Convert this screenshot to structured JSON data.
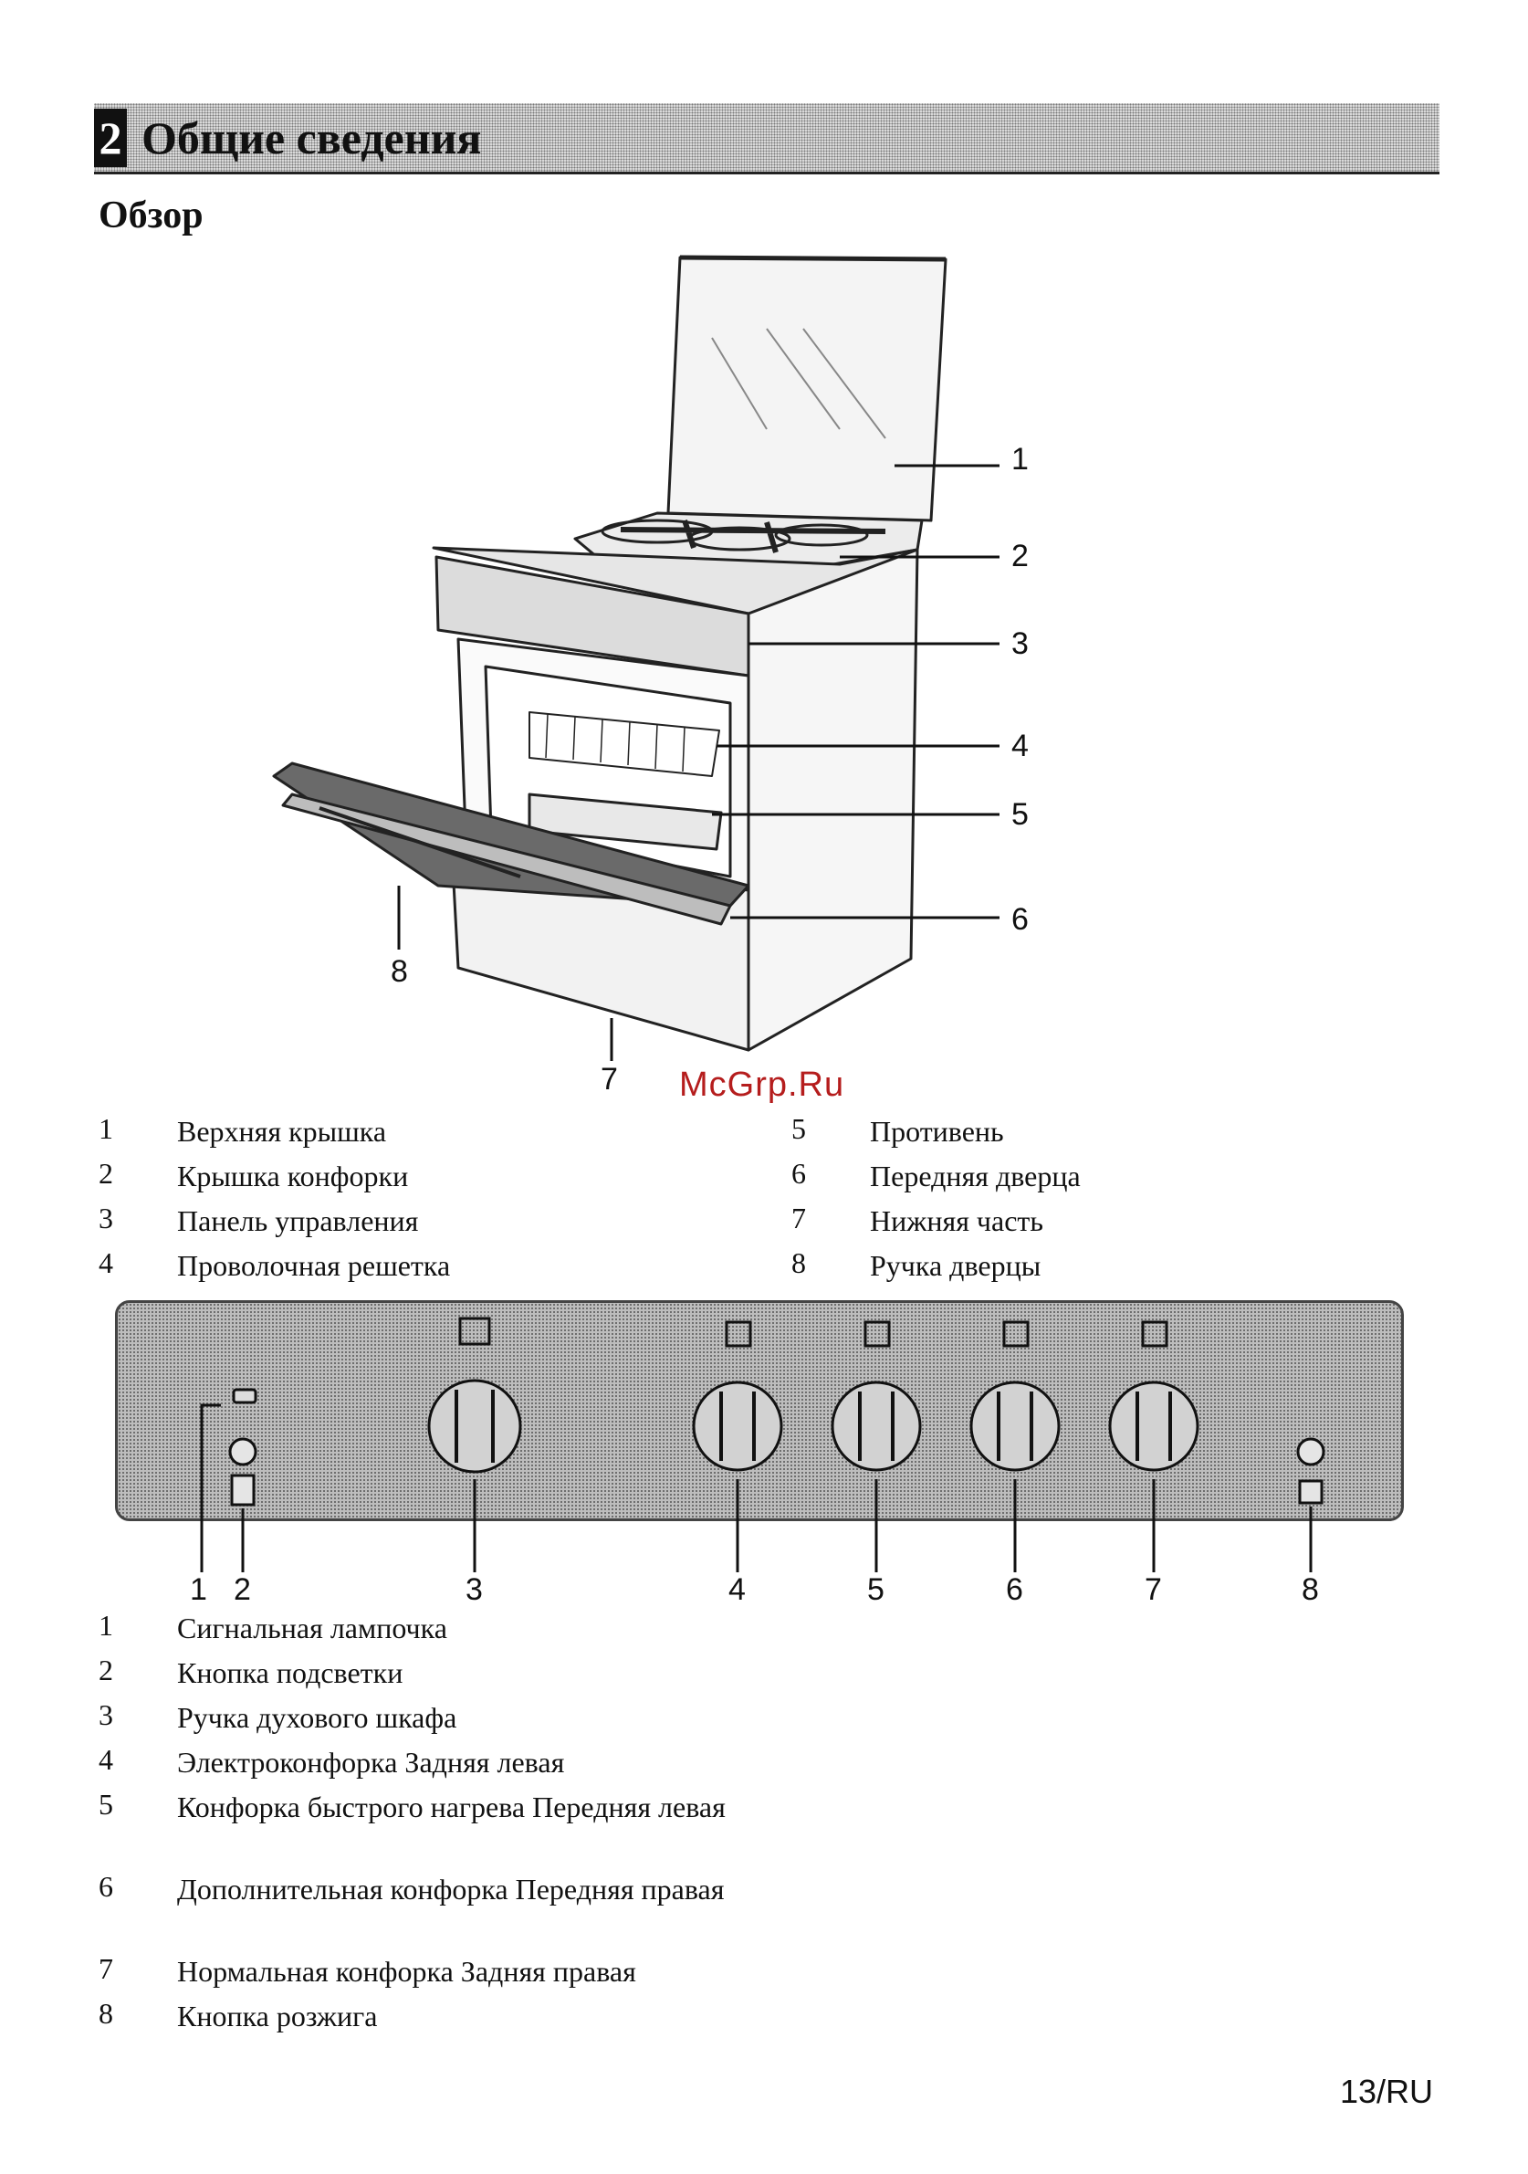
{
  "section": {
    "number": "2",
    "title": "Общие сведения"
  },
  "subheading": "Обзор",
  "figure1": {
    "callouts": [
      "1",
      "2",
      "3",
      "4",
      "5",
      "6",
      "7",
      "8"
    ]
  },
  "watermark": "McGrp.Ru",
  "legend1": [
    {
      "num": "1",
      "label": "Верхняя крышка"
    },
    {
      "num": "2",
      "label": "Крышка конфорки"
    },
    {
      "num": "3",
      "label": "Панель управления"
    },
    {
      "num": "4",
      "label": "Проволочная решетка"
    },
    {
      "num": "5",
      "label": "Противень"
    },
    {
      "num": "6",
      "label": "Передняя дверца"
    },
    {
      "num": "7",
      "label": "Нижняя часть"
    },
    {
      "num": "8",
      "label": "Ручка дверцы"
    }
  ],
  "figure2": {
    "callouts": [
      "1",
      "2",
      "3",
      "4",
      "5",
      "6",
      "7",
      "8"
    ]
  },
  "legend2": [
    {
      "num": "1",
      "label": "Сигнальная лампочка"
    },
    {
      "num": "2",
      "label": "Кнопка подсветки"
    },
    {
      "num": "3",
      "label": "Ручка духового шкафа"
    },
    {
      "num": "4",
      "label": "Электроконфорка Задняя левая"
    },
    {
      "num": "5",
      "label": "Конфорка быстрого нагрева Передняя левая"
    },
    {
      "num": "6",
      "label": "Дополнительная конфорка Передняя правая"
    },
    {
      "num": "7",
      "label": "Нормальная конфорка Задняя правая"
    },
    {
      "num": "8",
      "label": "Кнопка розжига"
    }
  ],
  "page_number": "13/RU"
}
